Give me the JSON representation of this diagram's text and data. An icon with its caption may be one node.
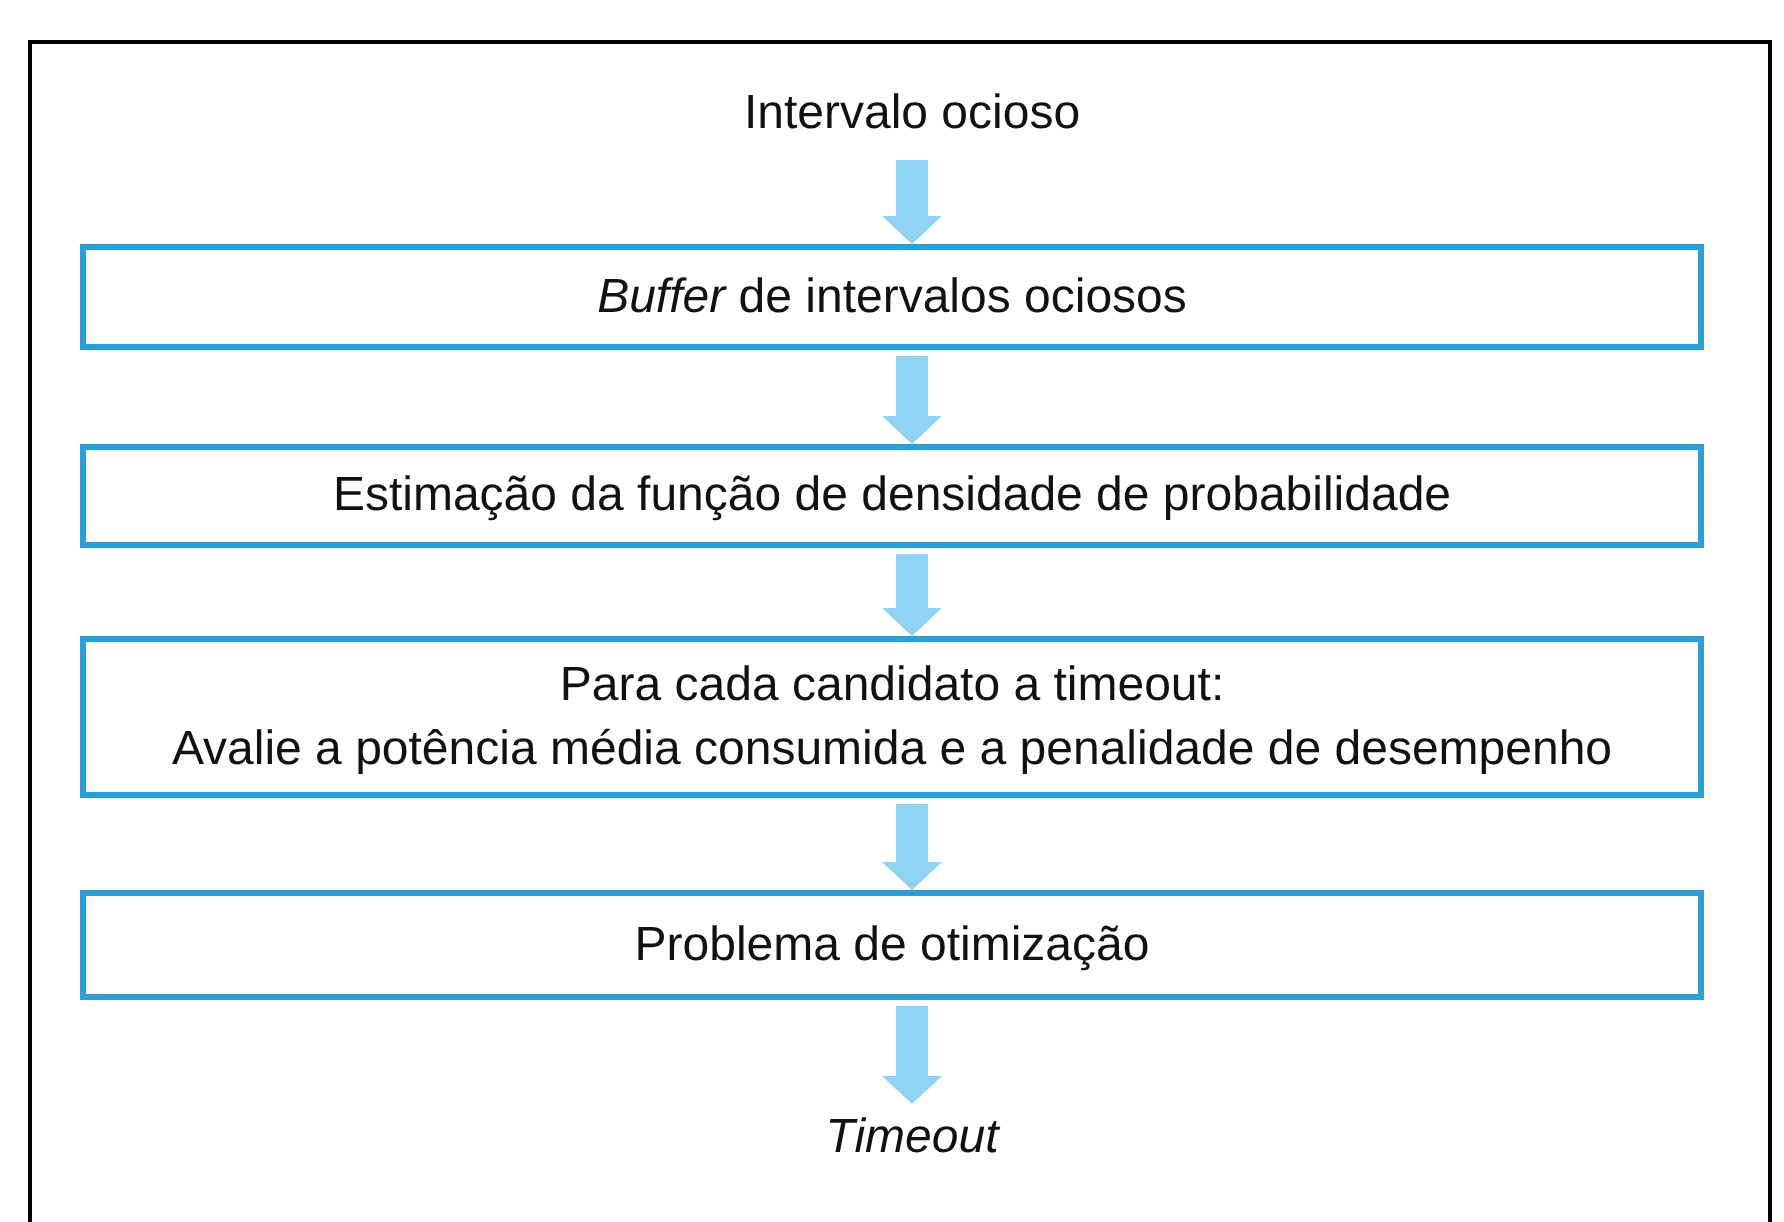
{
  "diagram": {
    "nodes": [
      {
        "text": [
          "Intervalo ocioso"
        ]
      },
      {
        "text": [
          "*Buffer* de intervalos ociosos"
        ]
      },
      {
        "text": [
          "Estimação da função de densidade de probabilidade"
        ]
      },
      {
        "text": [
          "Para cada candidato a timeout:",
          "Avalie a potência média consumida e a penalidade de desempenho"
        ]
      },
      {
        "text": [
          "Problema de otimização"
        ]
      },
      {
        "text": [
          "Timeout"
        ]
      }
    ],
    "edges": [
      {
        "from": 0,
        "to": 1,
        "arrow": "to"
      },
      {
        "from": 1,
        "to": 2,
        "arrow": "to"
      },
      {
        "from": 2,
        "to": 3,
        "arrow": "to"
      },
      {
        "from": 3,
        "to": 4,
        "arrow": "to"
      },
      {
        "from": 4,
        "to": 5,
        "arrow": "to"
      }
    ]
  }
}
